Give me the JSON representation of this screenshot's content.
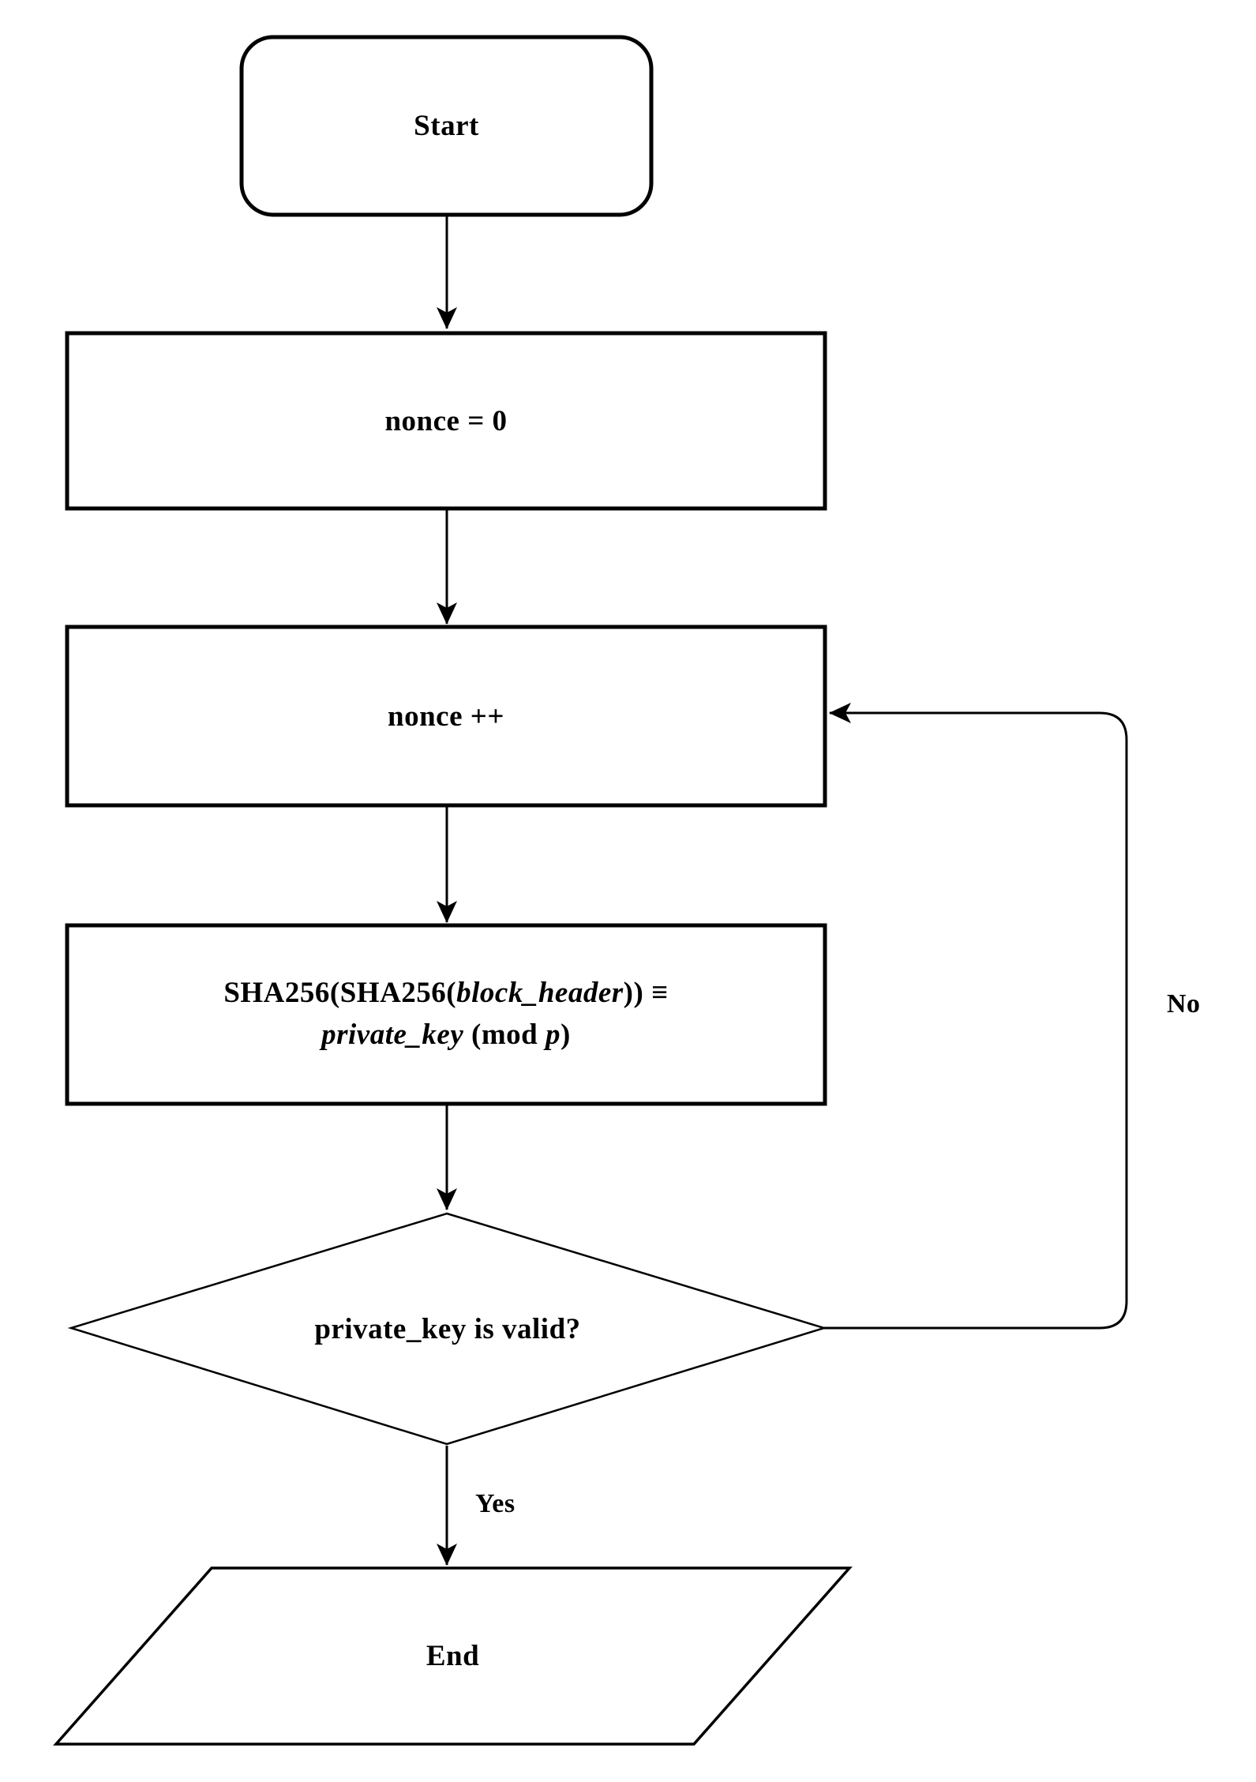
{
  "flowchart": {
    "background_color": "#ffffff",
    "stroke_color": "#000000",
    "nodes": {
      "start": {
        "type": "terminator",
        "label": "Start"
      },
      "init_nonce": {
        "type": "process",
        "label": "nonce = 0"
      },
      "increment_nonce": {
        "type": "process",
        "label": "nonce ++"
      },
      "hash_check": {
        "type": "process",
        "line1": [
          {
            "text": "SHA256(SHA256(",
            "italic": false
          },
          {
            "text": "block_header",
            "italic": true
          },
          {
            "text": ")) ≡",
            "italic": false
          }
        ],
        "line2": [
          {
            "text": "private_key",
            "italic": true
          },
          {
            "text": " (mod ",
            "italic": false
          },
          {
            "text": "p",
            "italic": true
          },
          {
            "text": ")",
            "italic": false
          }
        ]
      },
      "decision": {
        "type": "decision",
        "label": "private_key is valid?"
      },
      "end": {
        "type": "terminator-parallelogram",
        "label": "End"
      }
    },
    "edge_labels": {
      "yes": "Yes",
      "no": "No"
    }
  }
}
